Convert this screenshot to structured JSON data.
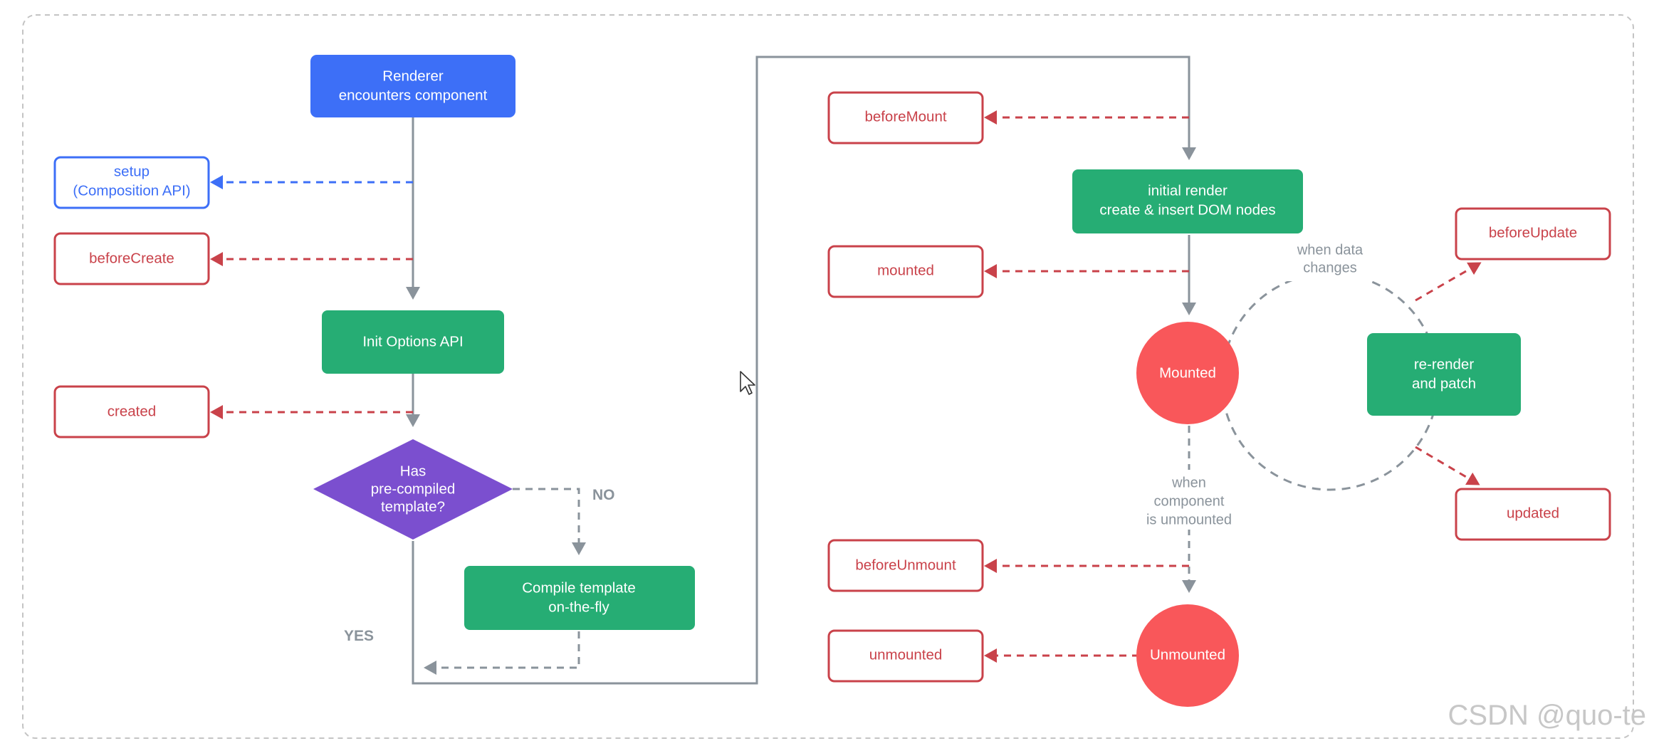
{
  "colors": {
    "blue": "#3d6ff7",
    "green": "#26ad74",
    "purple": "#7b4fcf",
    "red_circle": "#f9575a",
    "hook_red": "#c9424a",
    "connector_gray": "#8a939b"
  },
  "nodes": {
    "renderer": {
      "line1": "Renderer",
      "line2": "encounters component"
    },
    "init_options": {
      "line1": "Init Options API"
    },
    "has_template": {
      "line1": "Has",
      "line2": "pre-compiled",
      "line3": "template?"
    },
    "compile_template": {
      "line1": "Compile template",
      "line2": "on-the-fly"
    },
    "initial_render": {
      "line1": "initial render",
      "line2": "create & insert DOM nodes"
    },
    "mounted_state": {
      "line1": "Mounted"
    },
    "unmounted_state": {
      "line1": "Unmounted"
    },
    "rerender": {
      "line1": "re-render",
      "line2": "and patch"
    }
  },
  "hooks": {
    "setup": {
      "line1": "setup",
      "line2": "(Composition API)"
    },
    "before_create": "beforeCreate",
    "created": "created",
    "before_mount": "beforeMount",
    "mounted": "mounted",
    "before_update": "beforeUpdate",
    "updated": "updated",
    "before_unmount": "beforeUnmount",
    "unmounted": "unmounted"
  },
  "labels": {
    "no": "NO",
    "yes": "YES",
    "when_data_changes": {
      "line1": "when data",
      "line2": "changes"
    },
    "when_unmounted": {
      "line1": "when",
      "line2": "component",
      "line3": "is unmounted"
    }
  },
  "watermark": "CSDN @quo-te"
}
